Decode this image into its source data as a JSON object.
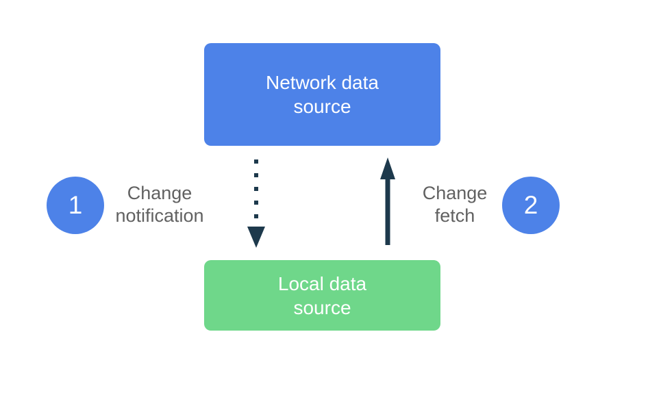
{
  "colors": {
    "background": "#ffffff",
    "network_box": "#4d82e8",
    "local_box": "#6fd78a",
    "step_circle": "#4d82e8",
    "arrow": "#1d394c",
    "label_text": "#616161",
    "box_text": "#ffffff"
  },
  "nodes": {
    "network": {
      "line1": "Network data",
      "line2": "source"
    },
    "local": {
      "line1": "Local data",
      "line2": "source"
    }
  },
  "steps": [
    {
      "number": "1",
      "line1": "Change",
      "line2": "notification",
      "arrow_style": "dotted",
      "arrow_direction": "down"
    },
    {
      "number": "2",
      "line1": "Change",
      "line2": "fetch",
      "arrow_style": "solid",
      "arrow_direction": "up"
    }
  ]
}
